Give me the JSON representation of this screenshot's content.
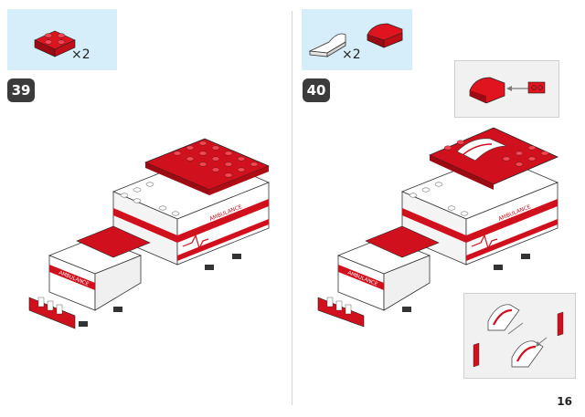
{
  "steps": [
    {
      "number": "39",
      "parts": [
        {
          "piece": "red-2x2-plate-icon",
          "quantity": "×2"
        }
      ]
    },
    {
      "number": "40",
      "parts": [
        {
          "piece": "white-slope-icon",
          "quantity": "×2"
        },
        {
          "piece": "red-curved-slope-icon",
          "quantity": ""
        }
      ]
    }
  ],
  "vehicle": {
    "side_text": "AMBULANCE",
    "hood_text": "AMBULANCE"
  },
  "page_number": "16",
  "colors": {
    "parts_background": "#d6eef9",
    "brick_red": "#d0101c",
    "brick_white": "#ffffff",
    "badge": "#3b3b3b",
    "arrow": "#7a7a7a"
  }
}
